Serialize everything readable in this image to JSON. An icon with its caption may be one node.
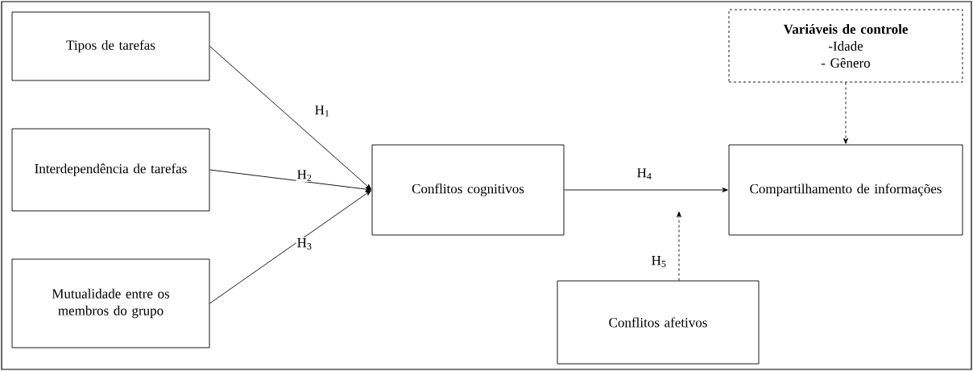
{
  "diagram": {
    "nodes": [
      {
        "text": [
          "Tipos de tarefas"
        ]
      },
      {
        "text": [
          "Interdependência de tarefas"
        ]
      },
      {
        "text": [
          "Mutualidade entre os membros do grupo"
        ]
      },
      {
        "text": [
          "Conflitos cognitivos"
        ]
      },
      {
        "text": [
          "Compartilhamento de informações"
        ]
      },
      {
        "text": [
          "Conflitos afetivos"
        ]
      },
      {
        "text": [
          "Variáveis de controle",
          "-Idade",
          "- Gênero"
        ]
      }
    ],
    "edges": [
      {
        "from": 0,
        "to": 3,
        "arrow": "to",
        "label": "H$_{1}$"
      },
      {
        "from": 1,
        "to": 3,
        "arrow": "to",
        "label": "H$_{2}$"
      },
      {
        "from": 2,
        "to": 3,
        "arrow": "to",
        "label": "H$_{3}$"
      },
      {
        "from": 3,
        "to": 4,
        "arrow": "to",
        "label": "H$_{4}$"
      },
      {
        "from": 5,
        "to": null,
        "arrow": "to",
        "label": "H$_{5}$",
        "style": "dashed"
      },
      {
        "from": 6,
        "to": 4,
        "arrow": "to",
        "style": "dashed"
      }
    ]
  }
}
